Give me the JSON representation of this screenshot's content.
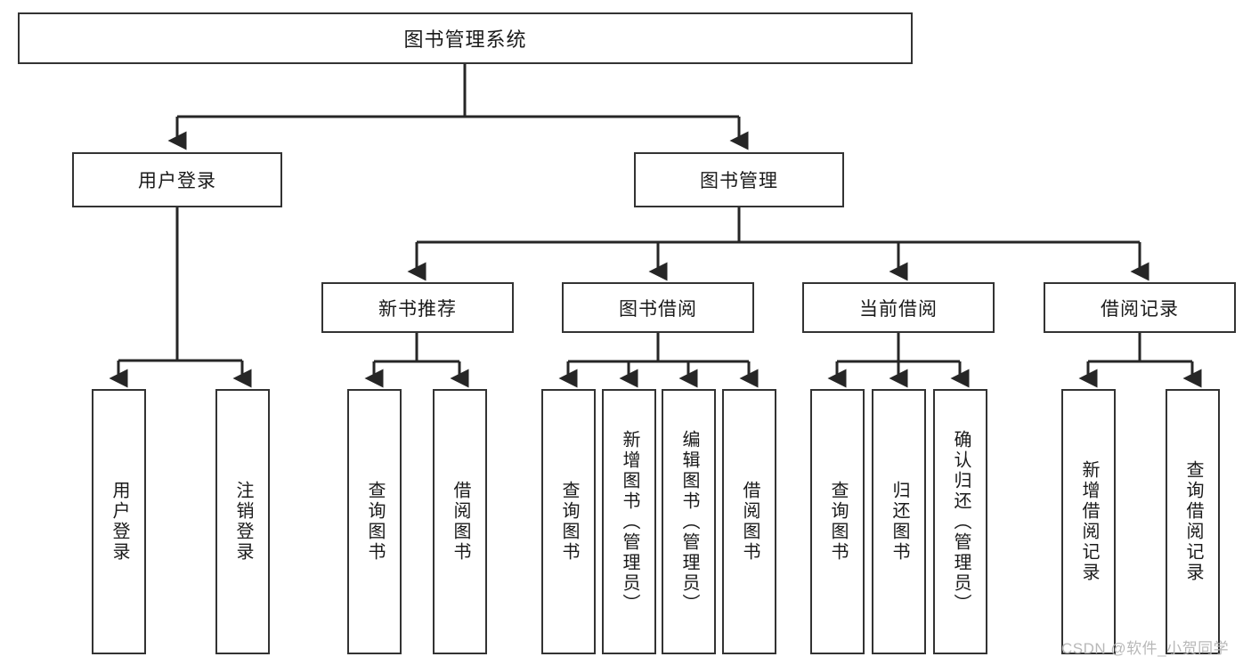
{
  "diagram": {
    "title": "图书管理系统",
    "watermark": "CSDN @软件_小贺同学",
    "colors": {
      "box_border": "#333333",
      "box_fill": "#ffffff",
      "connector": "#262626",
      "text": "#1a1a1a",
      "watermark": "#b8b8b8",
      "background": "#ffffff"
    },
    "levels": {
      "level1": [
        {
          "id": "root",
          "label": "图书管理系统"
        }
      ],
      "level2": [
        {
          "id": "user-login",
          "label": "用户登录"
        },
        {
          "id": "book-management",
          "label": "图书管理"
        }
      ],
      "level3": [
        {
          "id": "new-book-recommend",
          "label": "新书推荐"
        },
        {
          "id": "book-borrow",
          "label": "图书借阅"
        },
        {
          "id": "current-borrow",
          "label": "当前借阅"
        },
        {
          "id": "borrow-record",
          "label": "借阅记录"
        }
      ],
      "level4": [
        {
          "id": "leaf-user-login",
          "label": "用户登录",
          "parent": "user-login"
        },
        {
          "id": "leaf-logout-login",
          "label": "注销登录",
          "parent": "user-login"
        },
        {
          "id": "leaf-query-book-1",
          "label": "查询图书",
          "parent": "new-book-recommend"
        },
        {
          "id": "leaf-borrow-book-1",
          "label": "借阅图书",
          "parent": "new-book-recommend"
        },
        {
          "id": "leaf-query-book-2",
          "label": "查询图书",
          "parent": "book-borrow"
        },
        {
          "id": "leaf-add-book",
          "label": "新增图书（管理员）",
          "parent": "book-borrow"
        },
        {
          "id": "leaf-edit-book",
          "label": "编辑图书（管理员）",
          "parent": "book-borrow"
        },
        {
          "id": "leaf-borrow-book-2",
          "label": "借阅图书",
          "parent": "book-borrow"
        },
        {
          "id": "leaf-query-book-3",
          "label": "查询图书",
          "parent": "current-borrow"
        },
        {
          "id": "leaf-return-book",
          "label": "归还图书",
          "parent": "current-borrow"
        },
        {
          "id": "leaf-confirm-return",
          "label": "确认归还（管理员）",
          "parent": "current-borrow"
        },
        {
          "id": "leaf-add-record",
          "label": "新增借阅记录",
          "parent": "borrow-record"
        },
        {
          "id": "leaf-query-record",
          "label": "查询借阅记录",
          "parent": "borrow-record"
        }
      ]
    }
  }
}
